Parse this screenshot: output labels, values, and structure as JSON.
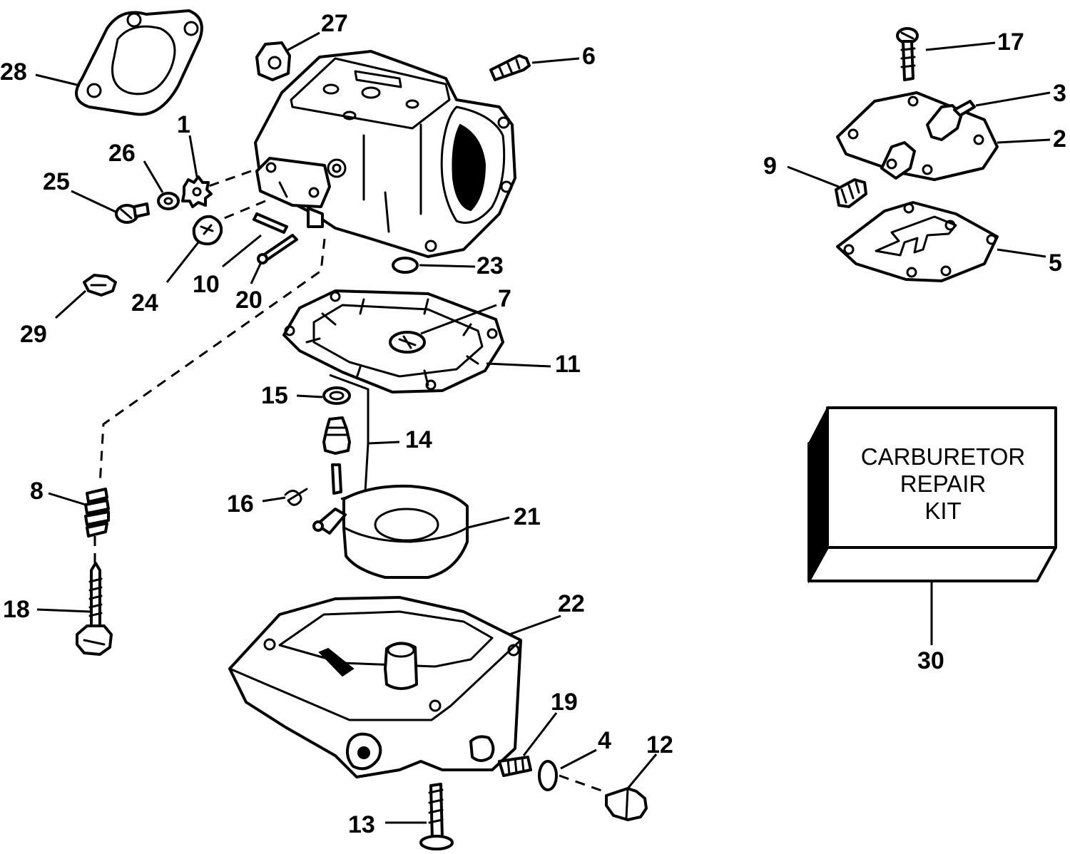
{
  "kit": {
    "lines": [
      "CARBURETOR",
      "REPAIR",
      "KIT"
    ]
  },
  "callouts": [
    "28",
    "27",
    "6",
    "17",
    "3",
    "2",
    "1",
    "26",
    "25",
    "9",
    "24",
    "10",
    "20",
    "23",
    "5",
    "29",
    "7",
    "11",
    "15",
    "14",
    "8",
    "16",
    "21",
    "18",
    "22",
    "30",
    "19",
    "4",
    "12",
    "13"
  ]
}
